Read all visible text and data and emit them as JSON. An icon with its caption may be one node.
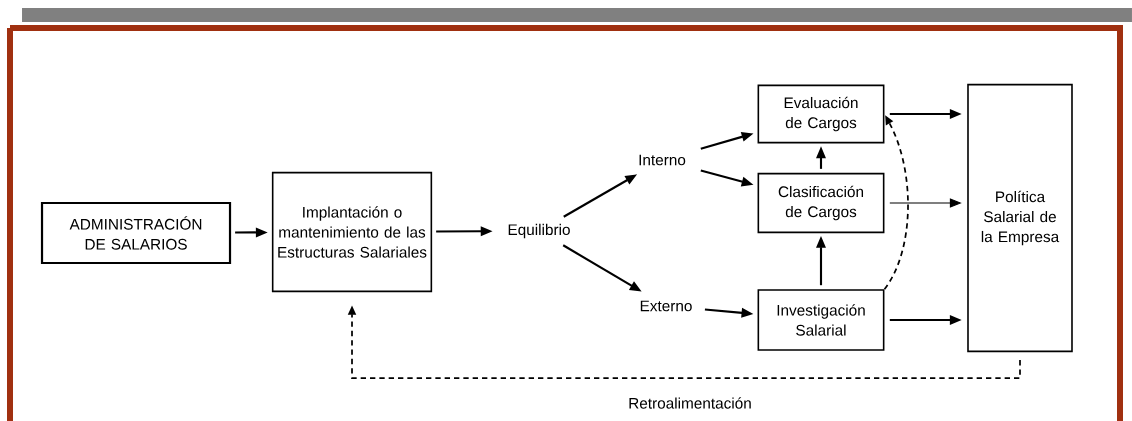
{
  "diagram": {
    "nodes": [
      {
        "text": [
          "ADMINISTRACIÓN DE SALARIOS"
        ]
      },
      {
        "text": [
          "Implantación o mantenimiento de las Estructuras Salariales"
        ]
      },
      {
        "text": [
          "Equilibrio"
        ]
      },
      {
        "text": [
          "Interno"
        ]
      },
      {
        "text": [
          "Externo"
        ]
      },
      {
        "text": [
          "Evaluación de Cargos"
        ]
      },
      {
        "text": [
          "Clasificación de Cargos"
        ]
      },
      {
        "text": [
          "Investigación Salarial"
        ]
      },
      {
        "text": [
          "Política Salarial de la Empresa"
        ]
      }
    ],
    "edges": [
      {
        "from": 0,
        "to": 1,
        "arrow": "to"
      },
      {
        "from": 1,
        "to": 2,
        "arrow": "to"
      },
      {
        "from": 2,
        "to": 3,
        "arrow": "to"
      },
      {
        "from": 2,
        "to": 4,
        "arrow": "to"
      },
      {
        "from": 3,
        "to": 5,
        "arrow": "to"
      },
      {
        "from": 3,
        "to": 6,
        "arrow": "to"
      },
      {
        "from": 4,
        "to": 7,
        "arrow": "to"
      },
      {
        "from": 6,
        "to": 5,
        "arrow": "to"
      },
      {
        "from": 7,
        "to": 6,
        "arrow": "to"
      },
      {
        "from": 7,
        "to": 5,
        "arrow": "to",
        "style": "dashed"
      },
      {
        "from": 5,
        "to": 8,
        "arrow": "to"
      },
      {
        "from": 6,
        "to": 8,
        "arrow": "to"
      },
      {
        "from": 7,
        "to": 8,
        "arrow": "to"
      },
      {
        "from": 8,
        "to": 1,
        "arrow": "to",
        "style": "dashed",
        "label": "Retroalimentación"
      }
    ]
  }
}
